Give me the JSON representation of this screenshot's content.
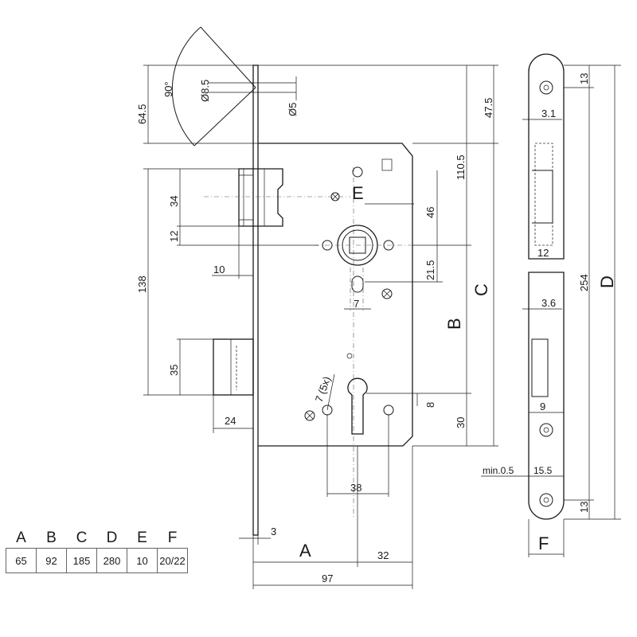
{
  "dimensions": {
    "d64_5": "64.5",
    "d90deg": "90°",
    "d8_5": "Ø8.5",
    "d5": "Ø5",
    "d47_5": "47.5",
    "d110_5": "110.5",
    "d34": "34",
    "d12": "12",
    "d46": "46",
    "d10": "10",
    "d21_5": "21.5",
    "d138": "138",
    "d7": "7",
    "d35": "35",
    "d24": "24",
    "d7x5": "7 (5x)",
    "d8": "8",
    "d30": "30",
    "d38": "38",
    "d3": "3",
    "d32": "32",
    "d97": "97",
    "d13a": "13",
    "d3_1": "3.1",
    "d12b": "12",
    "d254": "254",
    "d3_6": "3.6",
    "d9": "9",
    "dmin0_5": "min.0.5",
    "d15_5": "15.5",
    "d13b": "13"
  },
  "letters": {
    "A": "A",
    "B": "B",
    "C": "C",
    "D": "D",
    "E": "E",
    "F": "F"
  },
  "spec_table": {
    "headers": [
      "A",
      "B",
      "C",
      "D",
      "E",
      "F"
    ],
    "values": [
      "65",
      "92",
      "185",
      "280",
      "10",
      "20/22"
    ]
  }
}
